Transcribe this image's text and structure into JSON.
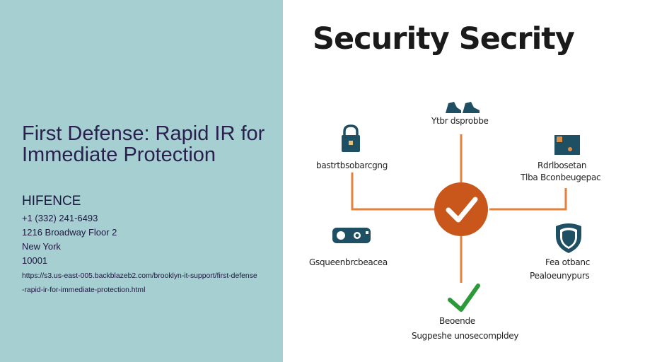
{
  "page": {
    "title": "First Defense: Rapid IR for Immediate Protection",
    "company": "HIFENCE",
    "phone": "+1 (332) 241-6493",
    "address_line1": "1216 Broadway Floor 2",
    "city": "New York",
    "zip": "10001",
    "url": "https://s3.us-east-005.backblazeb2.com/brooklyn-it-support/first-defense-rapid-ir-for-immediate-protection.html"
  },
  "graphic": {
    "title": "Security Secrity",
    "nodes": {
      "top": {
        "label": "Ytbr dsprobbe",
        "icon": "boots-icon"
      },
      "upper_left": {
        "label": "bastrtbsobarcgng",
        "icon": "lock-icon"
      },
      "upper_right": {
        "label_line1": "Rdrlbosetan",
        "label_line2": "Tlba  Bconbeugepac",
        "icon": "safe-icon"
      },
      "lower_left": {
        "label": "Gsqueenbrcbeacea",
        "icon": "gear-icon"
      },
      "lower_right": {
        "label_line1": "Fea otbanc",
        "label_line2": "Pealoeunypurs",
        "icon": "shield-icon"
      },
      "bottom": {
        "label_line1": "Beoende",
        "label_line2": "Sugpeshe unosecompldey",
        "icon": "checkmark-icon"
      },
      "center": {
        "icon": "check-circle-icon"
      }
    },
    "colors": {
      "connector": "#e2823d",
      "center": "#c9561b",
      "dark_icon": "#1e4f62",
      "green_check": "#2d9a3a"
    }
  }
}
